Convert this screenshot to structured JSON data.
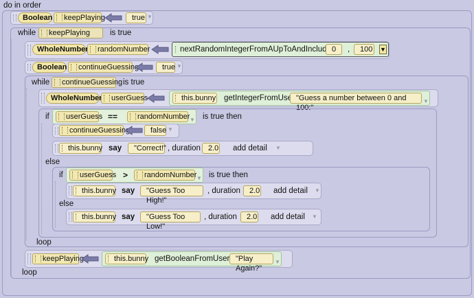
{
  "root": {
    "label": "do in order"
  },
  "stmt1": {
    "type": "Boolean",
    "variable": "keepPlaying",
    "value": "true"
  },
  "while_outer": {
    "keyword": "while",
    "condition": "keepPlaying",
    "suffix": "is true",
    "loop_label": "loop"
  },
  "stmt2": {
    "type": "WholeNumber",
    "variable": "randomNumber",
    "function": "nextRandomIntegerFromAUpToAndIncludingB",
    "arg_a": "0",
    "separator": ",",
    "arg_b": "100"
  },
  "stmt3": {
    "type": "Boolean",
    "variable": "continueGuessing",
    "value": "true"
  },
  "while_inner": {
    "keyword": "while",
    "condition": "continueGuessing",
    "suffix": "is true",
    "loop_label": "loop"
  },
  "stmt4": {
    "type": "WholeNumber",
    "variable": "userGuess",
    "object": "this.bunny",
    "method": "getIntegerFromUser",
    "prompt": "\"Guess a number between 0 and 100:\""
  },
  "if1": {
    "keyword": "if",
    "left": "userGuess",
    "operator": "==",
    "right": "randomNumber",
    "then": "is true then",
    "else": "else",
    "assign": {
      "variable": "continueGuessing",
      "value": "false"
    },
    "say": {
      "object": "this.bunny",
      "method": "say",
      "text": "\"Correct!\"",
      "duration_label": ", duration",
      "duration": "2.0",
      "detail": "add detail"
    }
  },
  "if2": {
    "keyword": "if",
    "left": "userGuess",
    "operator": ">",
    "right": "randomNumber",
    "then": "is true then",
    "else": "else",
    "say_high": {
      "object": "this.bunny",
      "method": "say",
      "text": "\"Guess Too High!\"",
      "duration_label": ", duration",
      "duration": "2.0",
      "detail": "add detail"
    },
    "say_low": {
      "object": "this.bunny",
      "method": "say",
      "text": "\"Guess Too Low!\"",
      "duration_label": ", duration",
      "duration": "2.0",
      "detail": "add detail"
    }
  },
  "stmt_last": {
    "variable": "keepPlaying",
    "object": "this.bunny",
    "method": "getBooleanFromUser",
    "prompt": "\"Play Again?\""
  },
  "icons": {
    "assign": "assign-arrow-icon",
    "dropdown": "dropdown-triangle-icon",
    "menu": "menu-triangle-icon",
    "grip": "drag-grip-icon"
  },
  "colors": {
    "background": "#c9c9e3",
    "statement": "#dcdcee",
    "type_tile": "#f2e7a8",
    "function_tile": "#dff0d9"
  }
}
